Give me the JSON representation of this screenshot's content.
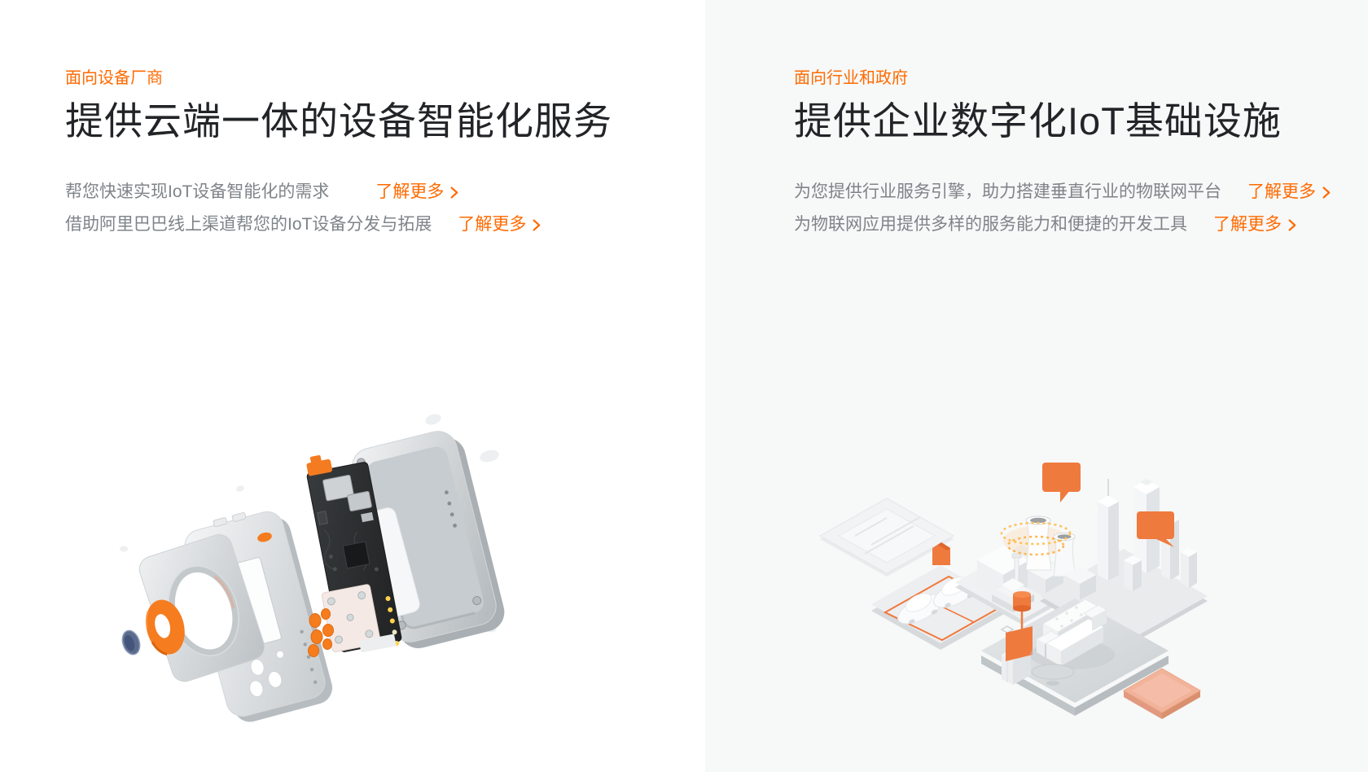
{
  "page": {
    "background_left": "#ffffff",
    "background_right": "#f7f8f8",
    "accent_color": "#ff6a00",
    "illustration_orange": "#ef7a3e"
  },
  "sections": {
    "left": {
      "eyebrow": "面向设备厂商",
      "title": "提供云端一体的设备智能化服务",
      "rows": [
        {
          "text": "帮您快速实现IoT设备智能化的需求",
          "link_label": "了解更多"
        },
        {
          "text": "借助阿里巴巴线上渠道帮您的IoT设备分发与拓展",
          "link_label": "了解更多"
        }
      ],
      "illustration": "exploded-iot-device"
    },
    "right": {
      "eyebrow": "面向行业和政府",
      "title": "提供企业数字化IoT基础设施",
      "rows": [
        {
          "text": "为您提供行业服务引擎，助力搭建垂直行业的物联网平台",
          "link_label": "了解更多"
        },
        {
          "text": "为物联网应用提供多样的服务能力和便捷的开发工具",
          "link_label": "了解更多"
        }
      ],
      "illustration": "isometric-iot-city"
    }
  }
}
